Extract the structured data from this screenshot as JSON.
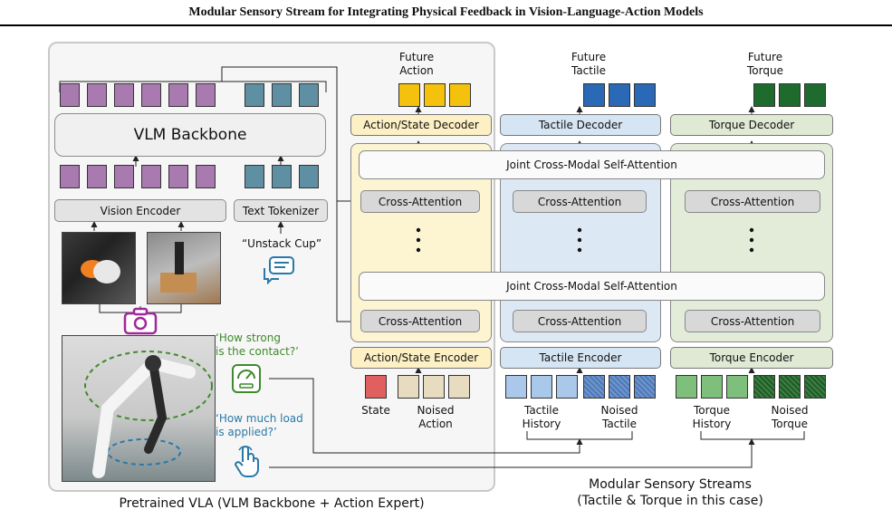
{
  "title": "Modular Sensory Stream for Integrating Physical Feedback in Vision-Language-Action Models",
  "vla": {
    "vlm_backbone": "VLM Backbone",
    "vision_encoder": "Vision Encoder",
    "text_tokenizer": "Text Tokenizer",
    "instruction": "“Unstack Cup”",
    "footer": "Pretrained VLA (VLM Backbone + Action Expert)"
  },
  "questions": {
    "contact": [
      "‘How strong",
      "is the contact?’"
    ],
    "load": [
      "‘How much load",
      "is applied?’"
    ]
  },
  "streams": {
    "action": {
      "future_label": [
        "Future",
        "Action"
      ],
      "decoder": "Action/State Decoder",
      "encoder": "Action/State Encoder",
      "inputs": [
        [
          "State"
        ],
        [
          "Noised",
          "Action"
        ]
      ]
    },
    "tactile": {
      "future_label": [
        "Future",
        "Tactile"
      ],
      "decoder": "Tactile Decoder",
      "encoder": "Tactile Encoder",
      "inputs": [
        [
          "Tactile",
          "History"
        ],
        [
          "Noised",
          "Tactile"
        ]
      ]
    },
    "torque": {
      "future_label": [
        "Future",
        "Torque"
      ],
      "decoder": "Torque Decoder",
      "encoder": "Torque Encoder",
      "inputs": [
        [
          "Torque",
          "History"
        ],
        [
          "Noised",
          "Torque"
        ]
      ]
    },
    "cross_attention": "Cross-Attention",
    "joint_attention": "Joint Cross-Modal Self-Attention"
  },
  "modular_footer": [
    "Modular Sensory Streams",
    "(Tactile & Torque in this case)"
  ],
  "colors": {
    "vision_token": "#a87ab0",
    "text_token": "#5e8fa3",
    "action_token": "#f4c20d",
    "tactile_token": "#2a69b5",
    "torque_token": "#1f6b2e",
    "contact_question": "#3f8a2a",
    "load_question": "#2a78a8"
  },
  "icons": [
    "camera-icon",
    "chat-icon",
    "gauge-icon",
    "touch-icon"
  ]
}
